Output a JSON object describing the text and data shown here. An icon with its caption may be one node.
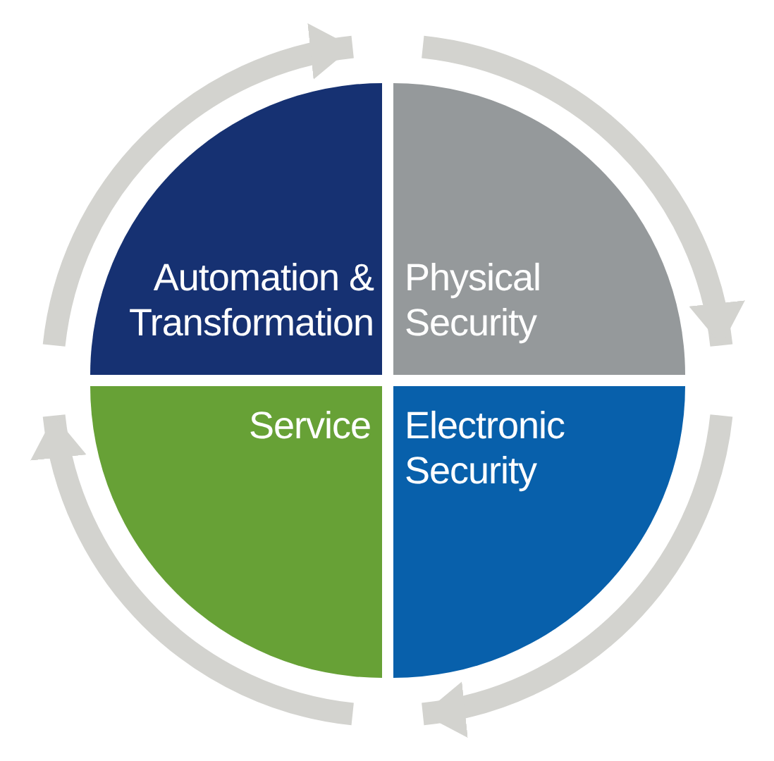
{
  "diagram": {
    "nodes": [
      {
        "text": [
          "Automation & Transformation"
        ]
      },
      {
        "text": [
          "Physical Security"
        ]
      },
      {
        "text": [
          "Electronic Security"
        ]
      },
      {
        "text": [
          "Service"
        ]
      }
    ]
  }
}
